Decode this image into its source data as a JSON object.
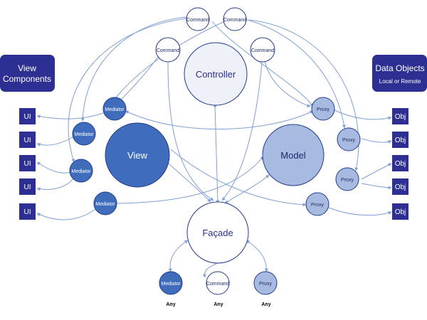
{
  "colors": {
    "dark_blue": "#3f6dbb",
    "dark_navy": "#233a8c",
    "light_blue": "#a6bbdf",
    "white_node": "#ffffff",
    "pale_node": "#eef1f8",
    "edge": "#7f9fd6",
    "box_fill": "#2e2f93",
    "label_dark": "#1c2a6b",
    "label_white": "#ffffff"
  },
  "header_view_components": {
    "line1": "View",
    "line2": "Components"
  },
  "header_data_objects": {
    "line1": "Data Objects",
    "line2": "Local or Remote"
  },
  "labels": {
    "controller": "Controller",
    "view": "View",
    "model": "Model",
    "facade": "Façade",
    "command": "Command",
    "mediator": "Mediator",
    "proxy": "Proxy",
    "ui": "UI",
    "obj": "Obj",
    "any": "Any"
  }
}
